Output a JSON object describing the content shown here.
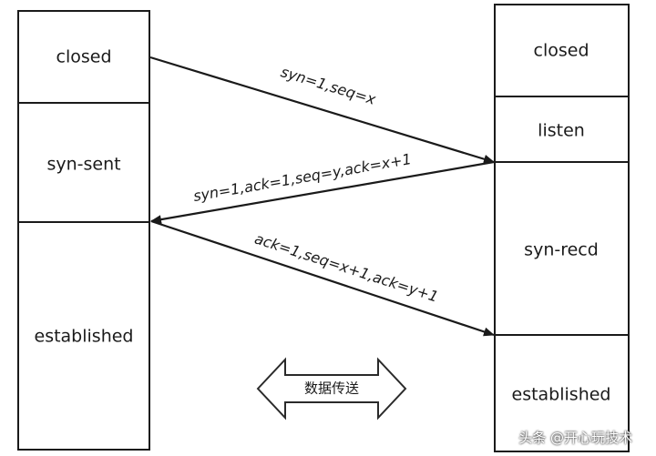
{
  "client": {
    "states": [
      "closed",
      "syn-sent",
      "established"
    ]
  },
  "server": {
    "states": [
      "closed",
      "listen",
      "syn-recd",
      "established"
    ]
  },
  "messages": [
    "syn=1,seq=x",
    "syn=1,ack=1,seq=y,ack=x+1",
    "ack=1,seq=x+1,ack=y+1"
  ],
  "transfer_label": "数据传送",
  "watermark": "头条 @开心玩技术"
}
